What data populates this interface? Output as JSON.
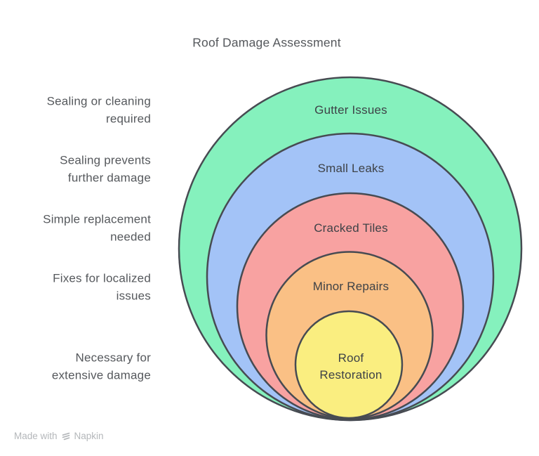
{
  "title": "Roof Damage Assessment",
  "diagram": {
    "type": "concentric-circles",
    "rings": [
      {
        "label": "Gutter Issues",
        "desc1": "Sealing or cleaning",
        "desc2": "required",
        "color": "#85F1BD"
      },
      {
        "label": "Small Leaks",
        "desc1": "Sealing prevents",
        "desc2": "further damage",
        "color": "#A3C3F7"
      },
      {
        "label": "Cracked Tiles",
        "desc1": "Simple replacement",
        "desc2": "needed",
        "color": "#F8A2A1"
      },
      {
        "label": "Minor Repairs",
        "desc1": "Fixes for localized",
        "desc2": "issues",
        "color": "#FAC085"
      },
      {
        "label": "Roof Restoration",
        "desc1": "Necessary for",
        "desc2": "extensive damage",
        "color": "#FAEE80"
      }
    ],
    "colors": {
      "outline": "#474B52",
      "title_text": "#55585C",
      "ring_label_text": "#3E4247",
      "description_text": "#55585C",
      "watermark_text": "#B4B7BA",
      "background": "#FFFFFF"
    }
  },
  "watermark": {
    "prefix": "Made with",
    "brand": "Napkin"
  }
}
